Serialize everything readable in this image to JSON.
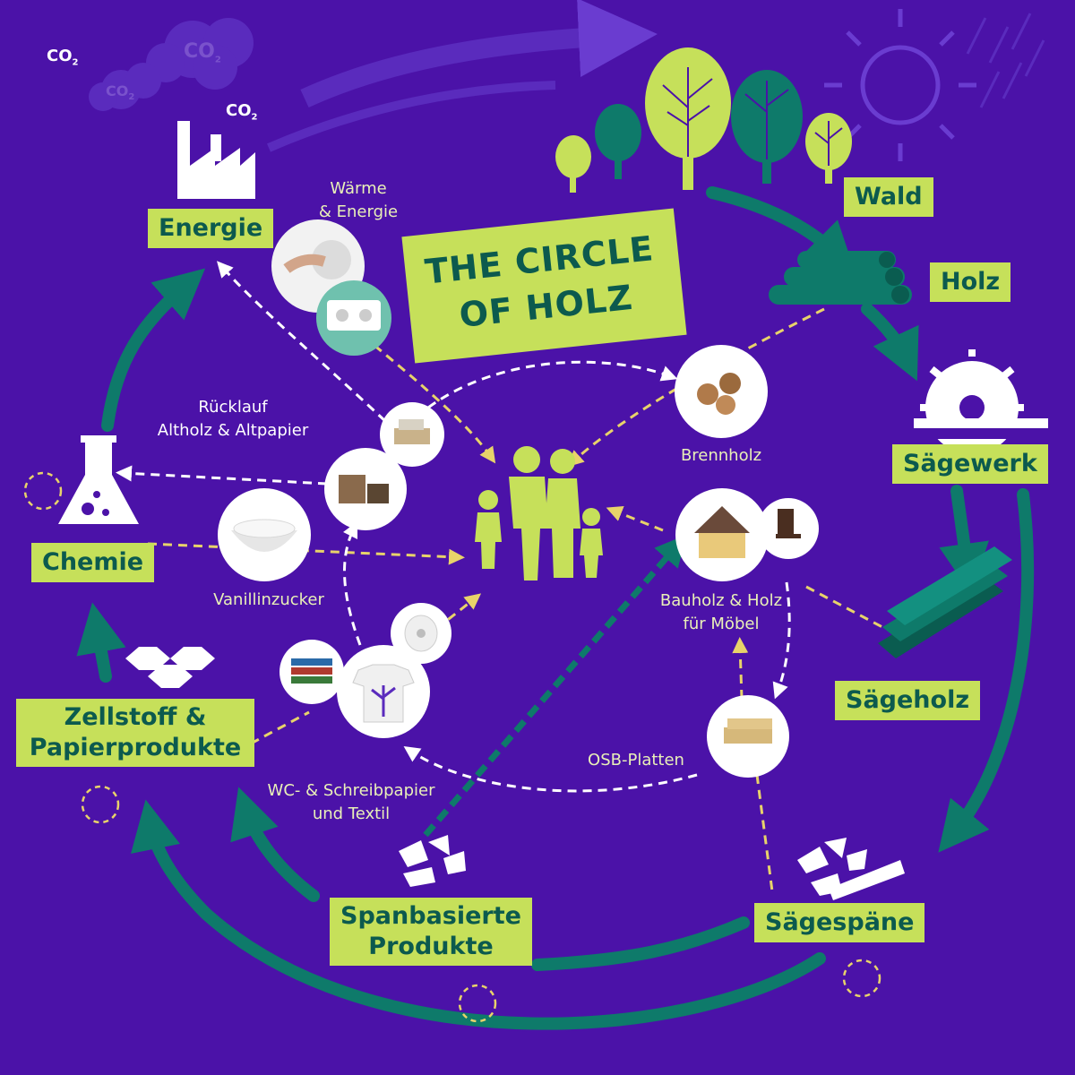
{
  "title": {
    "line1": "THE CIRCLE",
    "line2": "OF HOLZ"
  },
  "nodes": {
    "wald": "Wald",
    "holz": "Holz",
    "saegewerk": "Sägewerk",
    "saegeholz": "Sägeholz",
    "saegespaene": "Sägespäne",
    "spanbasierte_line1": "Spanbasierte",
    "spanbasierte_line2": "Produkte",
    "zellstoff_line1": "Zellstoff &",
    "zellstoff_line2": "Papierprodukte",
    "chemie": "Chemie",
    "energie": "Energie"
  },
  "captions": {
    "waerme_line1": "Wärme",
    "waerme_line2": "& Energie",
    "ruecklauf_line1": "Rücklauf",
    "ruecklauf_line2": "Altholz & Altpapier",
    "brennholz": "Brennholz",
    "vanillin": "Vanillinzucker",
    "bauholz_line1": "Bauholz & Holz",
    "bauholz_line2": "für Möbel",
    "osb": "OSB-Platten",
    "wc_line1": "WC- & Schreibpapier",
    "wc_line2": "und Textil"
  },
  "co2": {
    "main": "CO",
    "sub": "2"
  },
  "colors": {
    "background": "#4b12a8",
    "label_fill": "#c6e05a",
    "label_text": "#0c5a4e",
    "arrow_teal": "#0e7a6a",
    "dash_yellow": "#e8d36a",
    "dash_white": "#ffffff",
    "silhouette": "#c6e05a"
  },
  "icons": {
    "trees": "tree-icon",
    "logs": "log-stack-icon",
    "saw": "circular-saw-icon",
    "boards": "sawn-boards-icon",
    "chips": "wood-chips-icon",
    "hexagons": "cellulose-hexagon-icon",
    "flask": "flask-icon",
    "factory": "factory-icon",
    "family": "family-silhouette-icon",
    "recycle": "recycle-loop-icon"
  }
}
